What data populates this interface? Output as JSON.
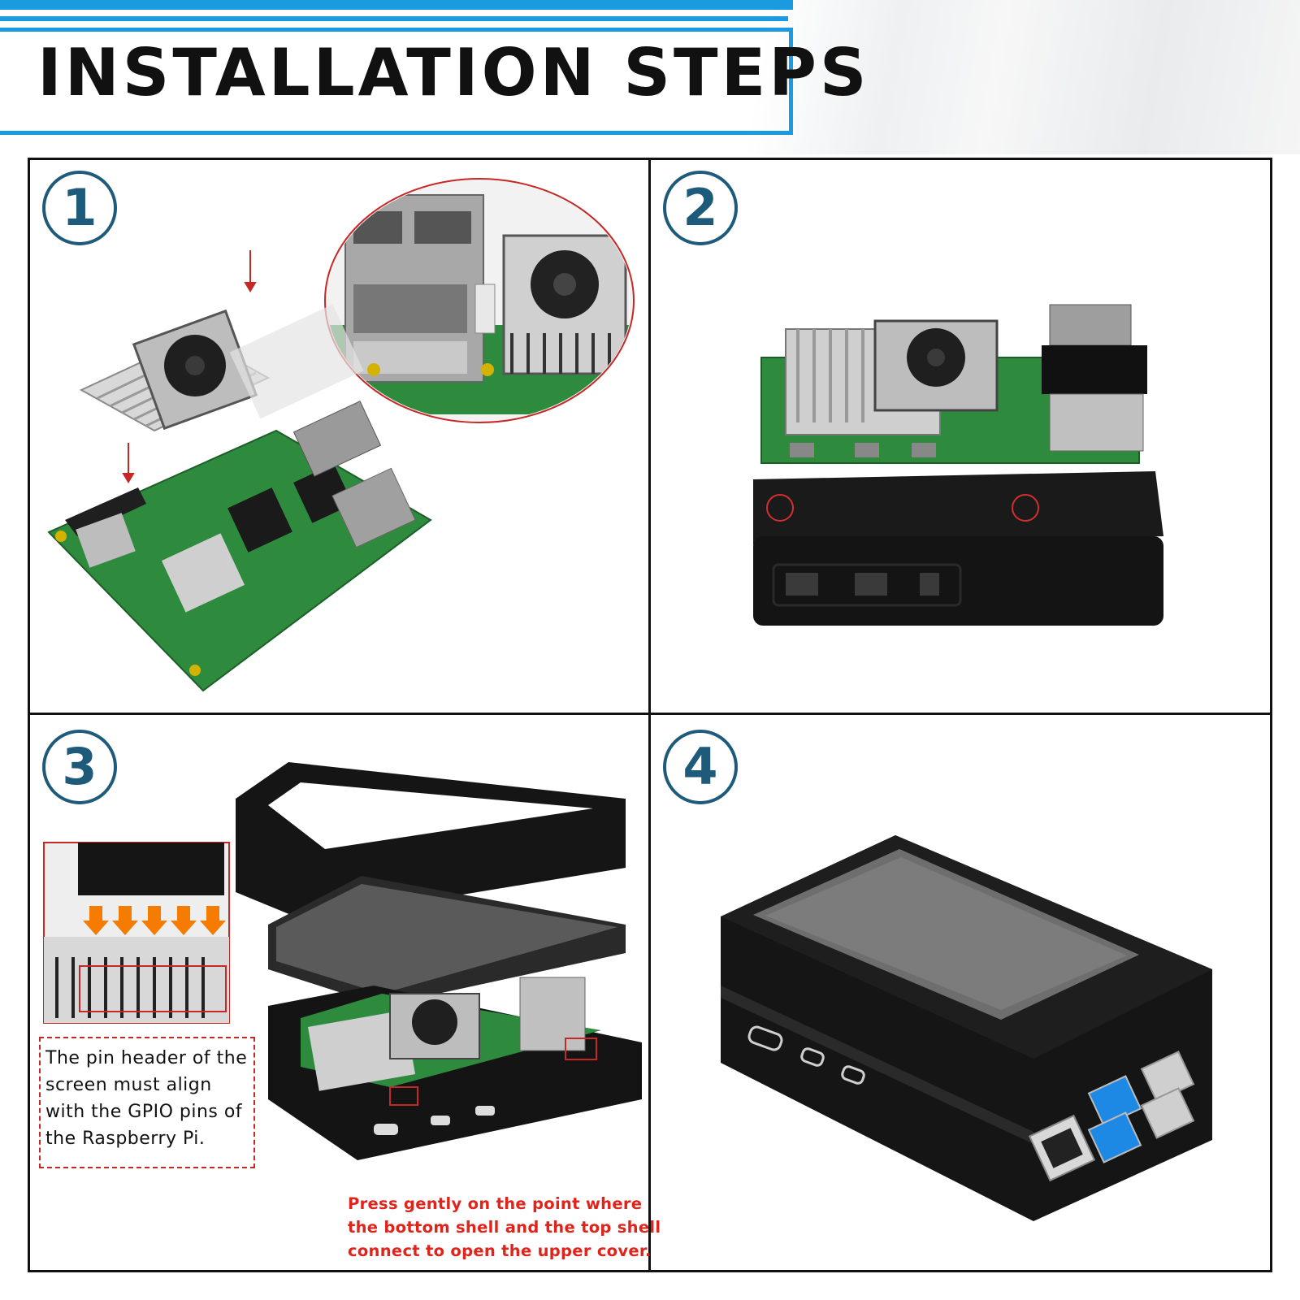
{
  "header": {
    "title": "INSTALLATION STEPS",
    "accent_color": "#1a9be0"
  },
  "steps": [
    {
      "number": "1"
    },
    {
      "number": "2"
    },
    {
      "number": "3"
    },
    {
      "number": "4"
    }
  ],
  "step3": {
    "note_lines": [
      "The pin header of the",
      "screen must align",
      "with the GPIO pins of",
      "the Raspberry Pi."
    ],
    "press_lines": [
      "Press gently on the point where",
      "the bottom shell and the top shell",
      "connect to open the upper cover."
    ]
  },
  "colors": {
    "badge": "#1e5a7a",
    "warning_text": "#e0231b",
    "board_green": "#2e8b3e",
    "case_black": "#141414"
  }
}
